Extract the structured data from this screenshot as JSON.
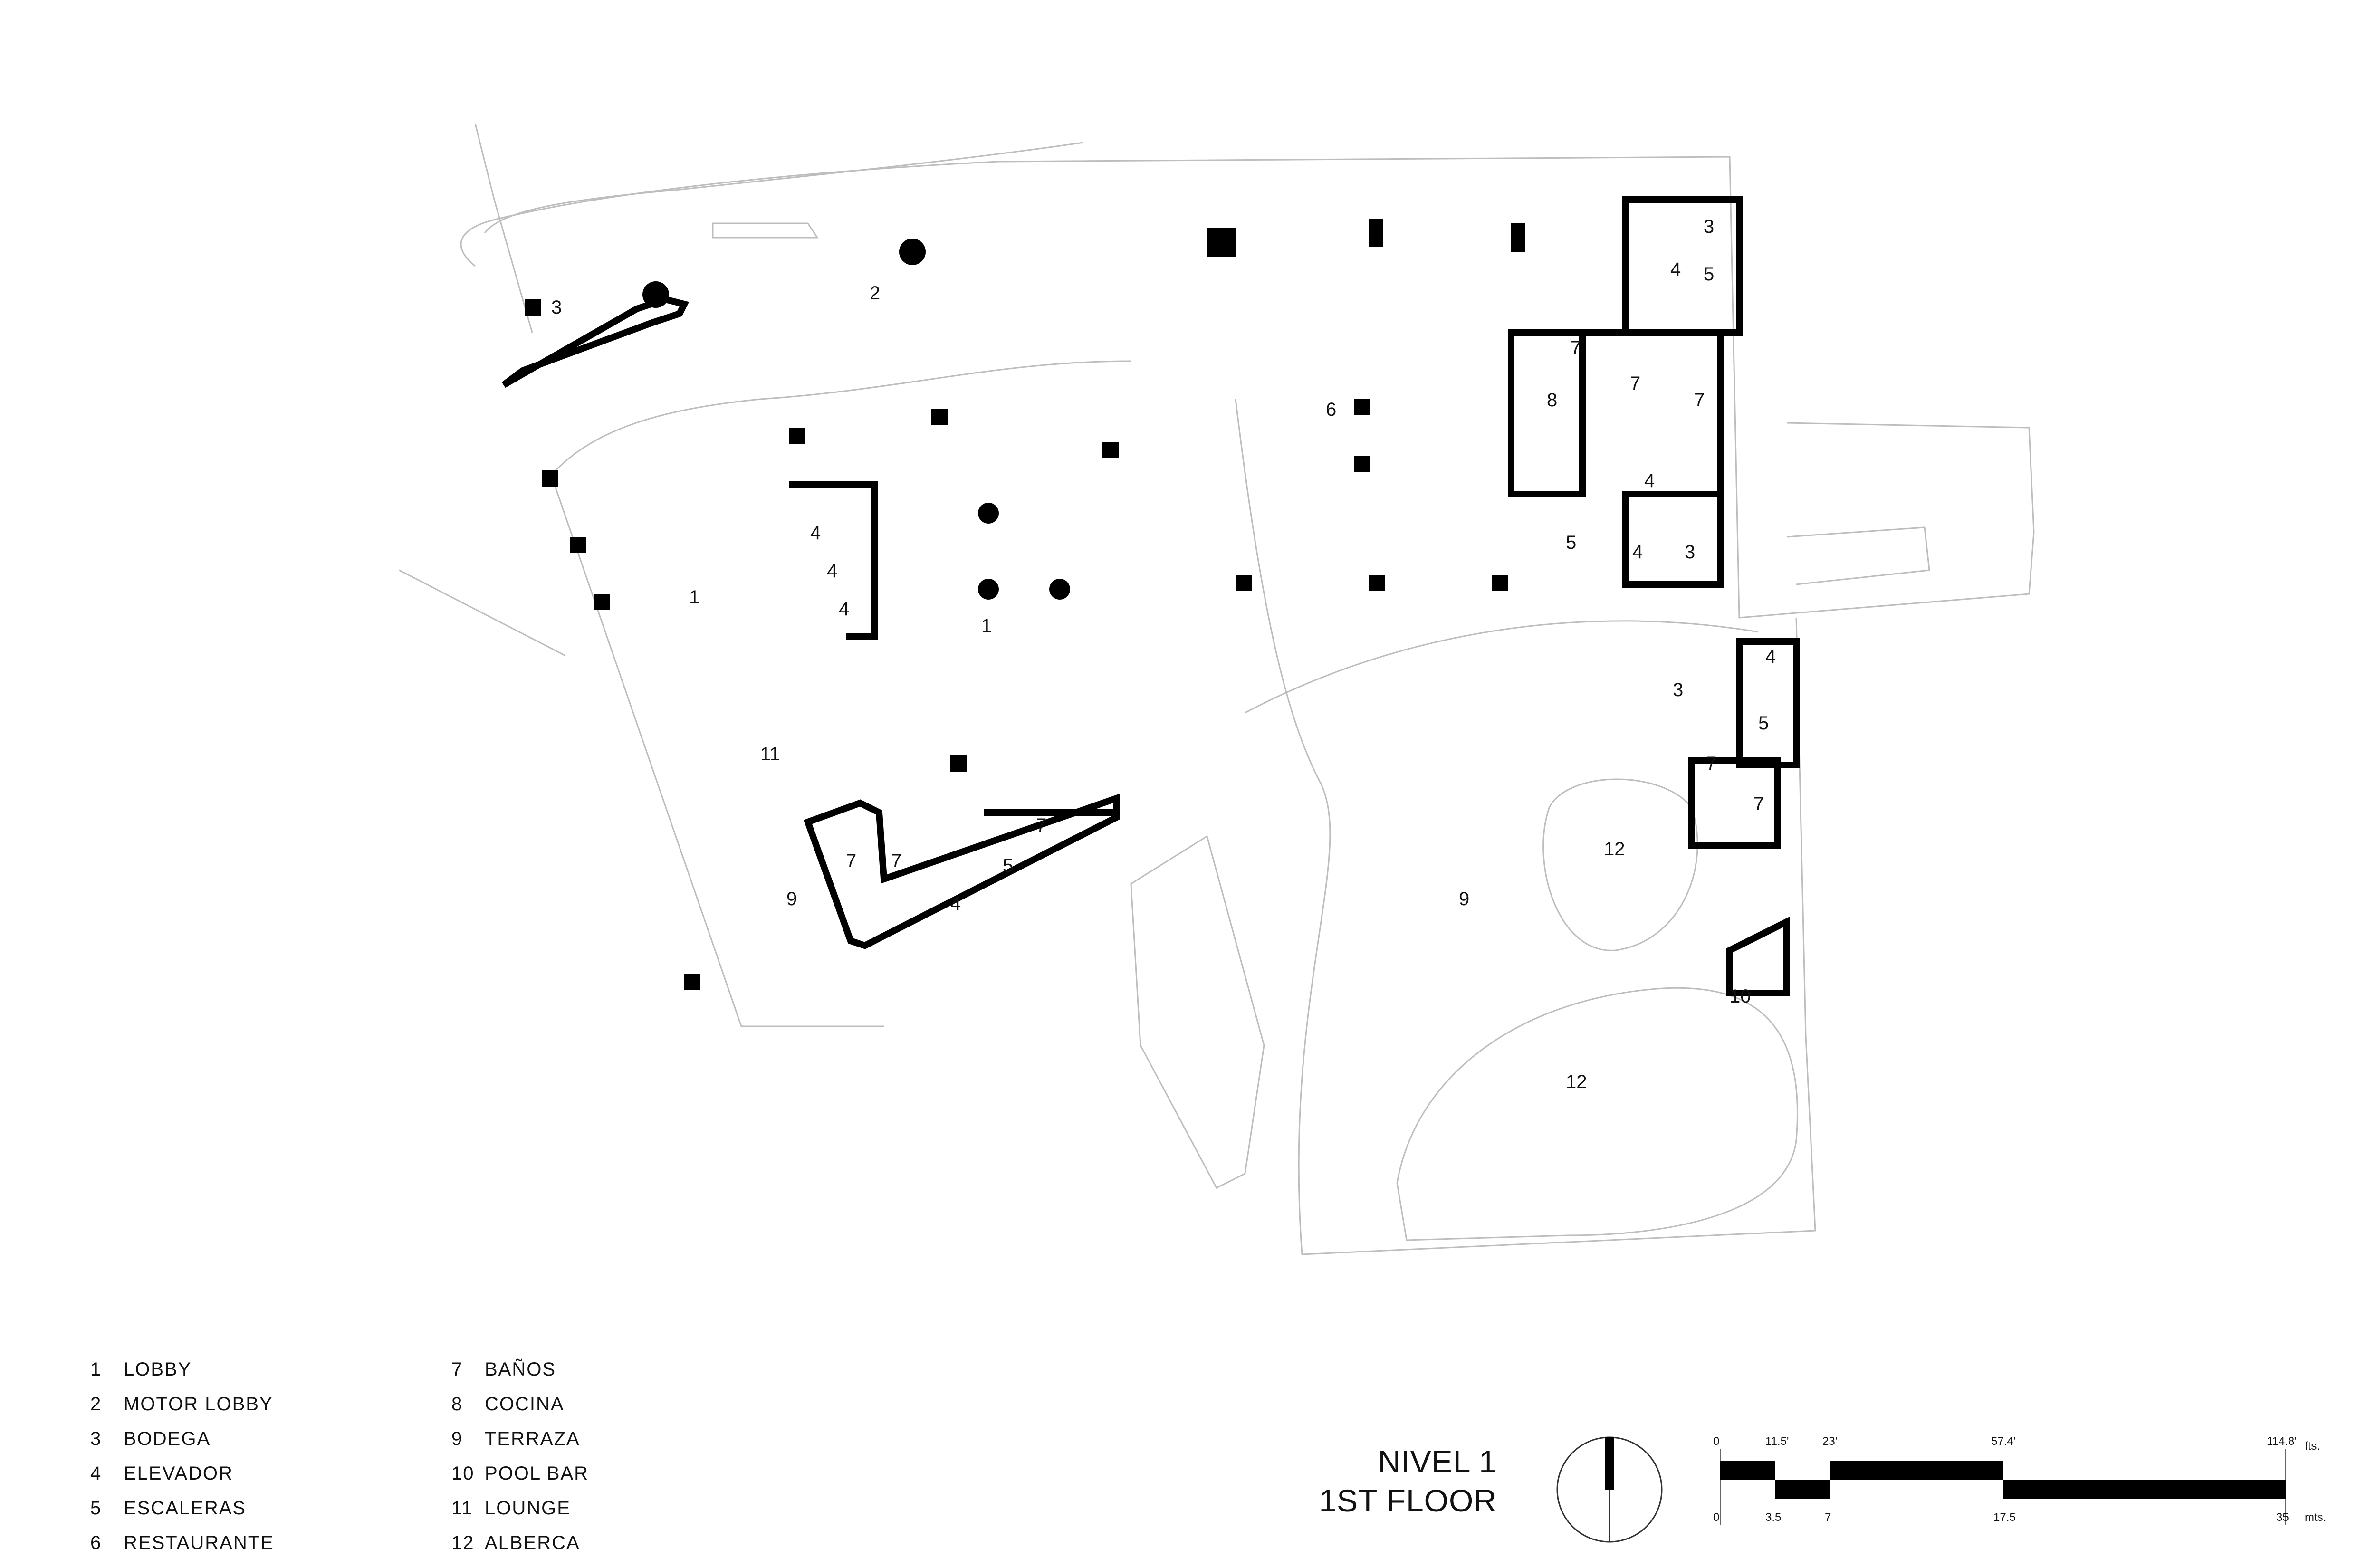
{
  "legend": [
    {
      "num": "1",
      "label": "LOBBY"
    },
    {
      "num": "2",
      "label": "MOTOR LOBBY"
    },
    {
      "num": "3",
      "label": "BODEGA"
    },
    {
      "num": "4",
      "label": "ELEVADOR"
    },
    {
      "num": "5",
      "label": "ESCALERAS"
    },
    {
      "num": "6",
      "label": "RESTAURANTE"
    },
    {
      "num": "7",
      "label": "BAÑOS"
    },
    {
      "num": "8",
      "label": "COCINA"
    },
    {
      "num": "9",
      "label": "TERRAZA"
    },
    {
      "num": "10",
      "label": "POOL BAR"
    },
    {
      "num": "11",
      "label": "LOUNGE"
    },
    {
      "num": "12",
      "label": "ALBERCA"
    }
  ],
  "title": {
    "line1": "NIVEL 1",
    "line2": "1ST FLOOR"
  },
  "scale_bar": {
    "feet_labels": [
      "0",
      "11.5'",
      "23'",
      "57.4'",
      "114.8'"
    ],
    "feet_unit": "fts.",
    "meter_labels": [
      "0",
      "3.5",
      "7",
      "17.5",
      "35"
    ],
    "meter_unit": "mts."
  },
  "room_labels": [
    "3",
    "2",
    "6",
    "3",
    "4",
    "5",
    "7",
    "8",
    "7",
    "7",
    "4",
    "5",
    "4",
    "3",
    "1",
    "4",
    "4",
    "4",
    "1",
    "11",
    "3",
    "4",
    "5",
    "7",
    "7",
    "12",
    "9",
    "9",
    "7",
    "7",
    "7",
    "5",
    "4",
    "10",
    "12"
  ]
}
